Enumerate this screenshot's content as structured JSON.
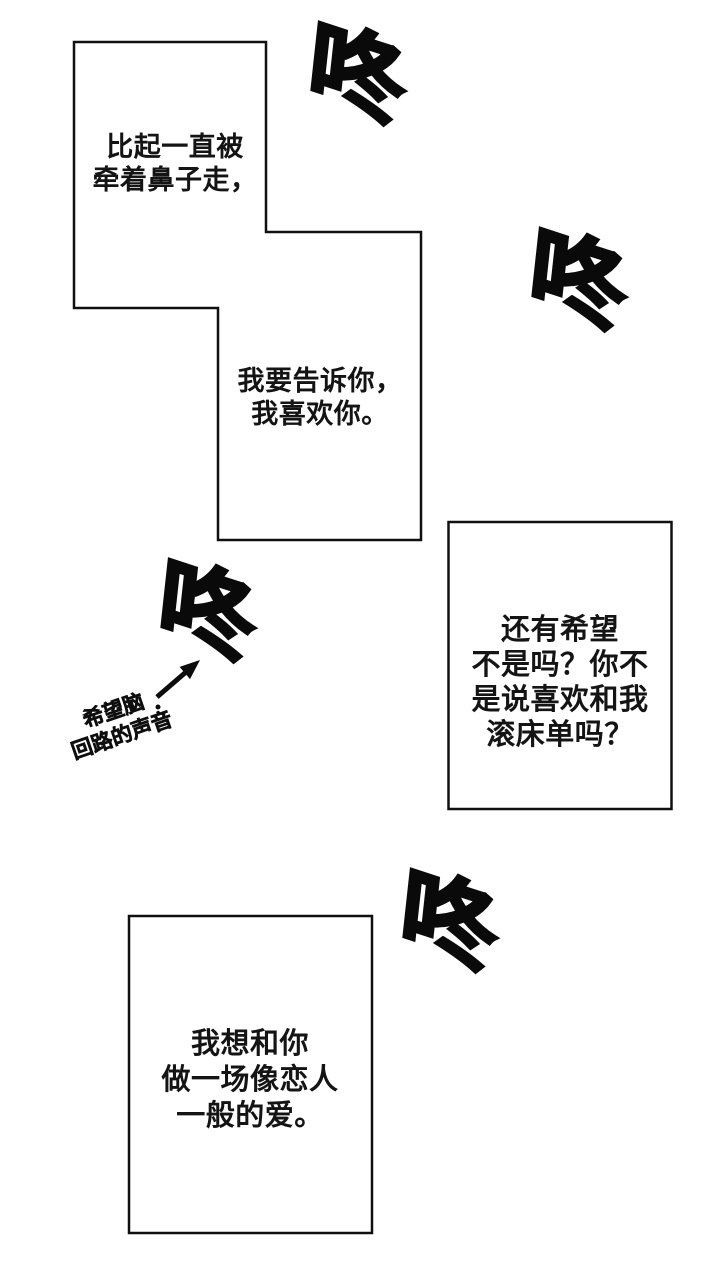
{
  "page": {
    "background_color": "#ffffff",
    "ink_color": "#101010"
  },
  "panels": {
    "zigzag": {
      "block1": [
        "比起一直被",
        "牵着鼻子走，"
      ],
      "block2": [
        "我要告诉你，",
        "我喜欢你。"
      ]
    },
    "hope": {
      "lines": [
        "还有希望",
        "不是吗？你不",
        "是说喜欢和我",
        "滚床单吗？"
      ]
    },
    "love": {
      "lines": [
        "我想和你",
        "做一场像恋人",
        "一般的爱。"
      ]
    }
  },
  "sfx": {
    "dong": "咚",
    "count": 4
  },
  "annotation": {
    "lines": [
      "希望脑",
      "回路的声音"
    ]
  }
}
